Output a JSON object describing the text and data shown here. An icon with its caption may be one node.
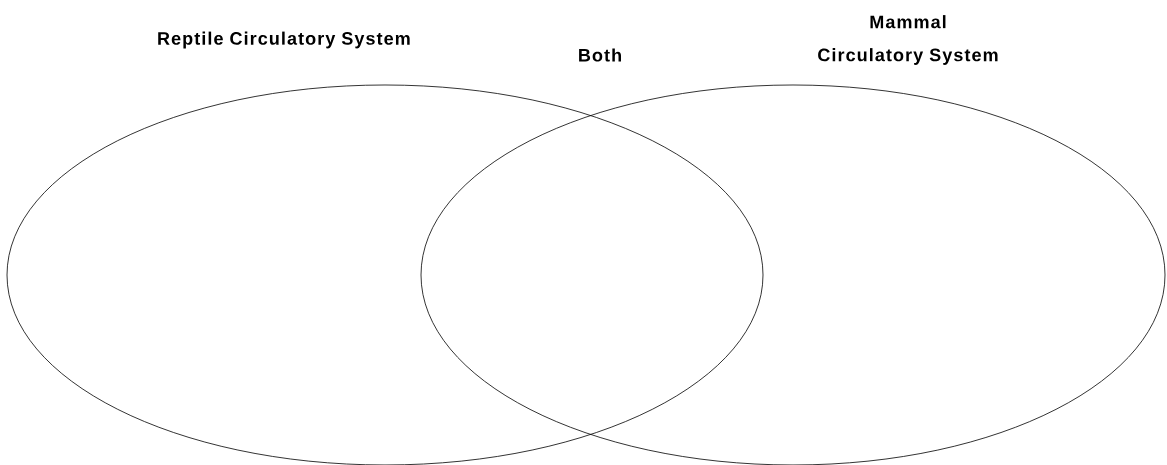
{
  "diagram": {
    "nodes": [
      {
        "text": [
          "Reptile Circulatory System"
        ]
      },
      {
        "text": [
          "Mammal Circulatory System"
        ]
      }
    ],
    "labels": [
      "Both"
    ]
  }
}
